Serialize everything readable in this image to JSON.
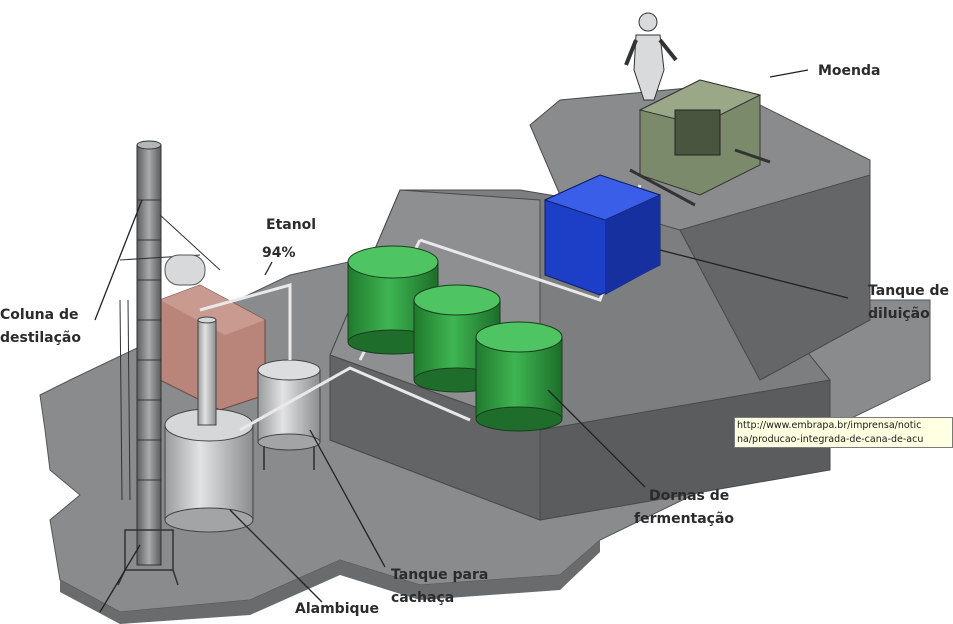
{
  "labels": {
    "moenda": "Moenda",
    "etanol_line1": "Etanol",
    "etanol_line2": "94%",
    "coluna_line1": "Coluna de",
    "coluna_line2": "destilação",
    "tanque_diluicao_line1": "Tanque de",
    "tanque_diluicao_line2": "diluição",
    "dornas_line1": "Dornas de",
    "dornas_line2": "fermentação",
    "tanque_cachaca_line1": "Tanque para",
    "tanque_cachaca_line2": "cachaça",
    "alambique": "Alambique"
  },
  "tooltip": {
    "line1": "http://www.embrapa.br/imprensa/notic",
    "line2": "na/producao-integrada-de-cana-de-acu"
  },
  "colors": {
    "platform_top": "#8c8d8e",
    "platform_side": "#6e6f70",
    "fermentation_tank": "#2e9b3f",
    "dilution_tank": "#1d3fc7",
    "mill": "#7c8a6c",
    "still": "#c9cacc",
    "brick_room": "#b9857a"
  },
  "icons": [
    "worker-figure",
    "mill-machine",
    "distillation-column"
  ]
}
